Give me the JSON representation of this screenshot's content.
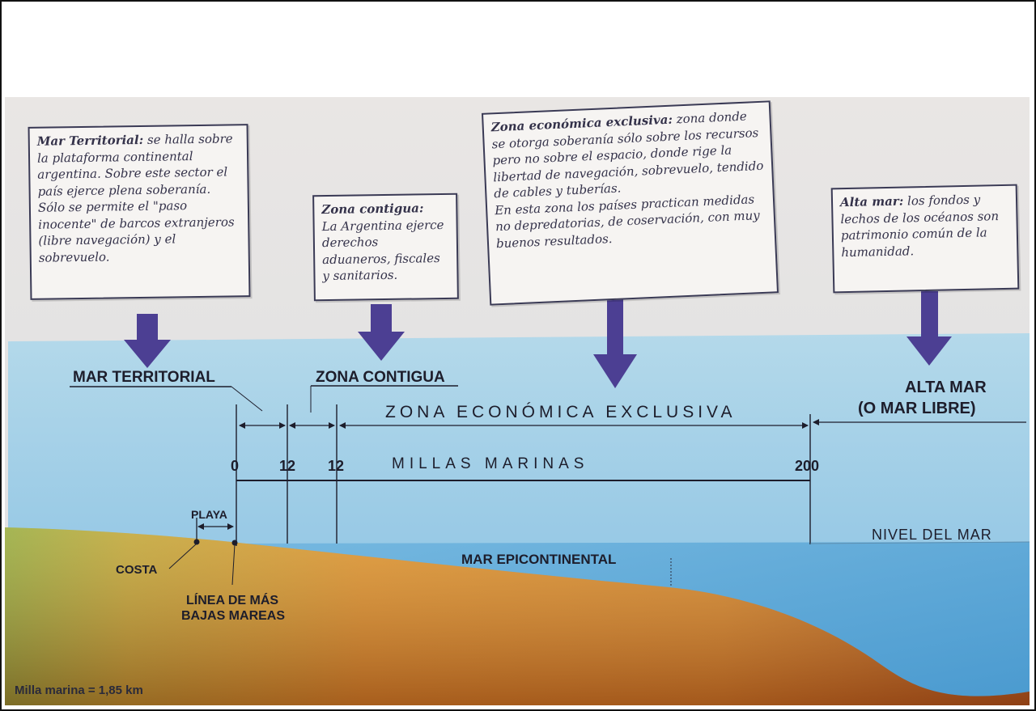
{
  "boxes": {
    "mar_territorial": {
      "title": "Mar Territorial:",
      "text": "se halla sobre la plataforma continental argentina. Sobre este sector el país ejerce plena soberanía. Sólo se permite el \"paso inocente\" de barcos extranjeros (libre navegación) y el sobrevuelo."
    },
    "zona_contigua": {
      "title": "Zona contigua:",
      "text": "La Argentina ejerce derechos aduaneros, fiscales y sanitarios."
    },
    "zee": {
      "title": "Zona económica exclusiva:",
      "text": "zona donde se otorga soberanía sólo sobre los recursos pero no sobre el espacio, donde rige la libertad de navegación, sobrevuelo, tendido de cables y tuberías.",
      "text2": "En esta zona los países practican medidas no depredatorias, de coservación, con muy buenos resultados."
    },
    "alta_mar": {
      "title": "Alta mar:",
      "text": "los fondos y lechos de los océanos son patrimonio común de la humanidad."
    }
  },
  "labels": {
    "mar_territorial": "MAR TERRITORIAL",
    "zona_contigua": "ZONA CONTIGUA",
    "zee": "ZONA ECONÓMICA EXCLUSIVA",
    "alta_mar_1": "ALTA MAR",
    "alta_mar_2": "(O MAR LIBRE)",
    "millas": "MILLAS MARINAS",
    "tick_0": "0",
    "tick_12a": "12",
    "tick_12b": "12",
    "tick_200": "200",
    "playa": "PLAYA",
    "nivel": "NIVEL DEL MAR",
    "epicontinental": "MAR EPICONTINENTAL",
    "costa": "COSTA",
    "bajas_1": "LÍNEA DE MÁS",
    "bajas_2": "BAJAS MAREAS",
    "milla": "Milla marina = 1,85 km"
  },
  "colors": {
    "sea_top": "#a9d2e6",
    "sea_mid": "#7fbde0",
    "deep_sea": "#4a9fd4",
    "land_green": "#7fa63f",
    "land_orange": "#d9862b",
    "arrow": "#4a3d8f",
    "text_dark": "#1d1d2b"
  }
}
